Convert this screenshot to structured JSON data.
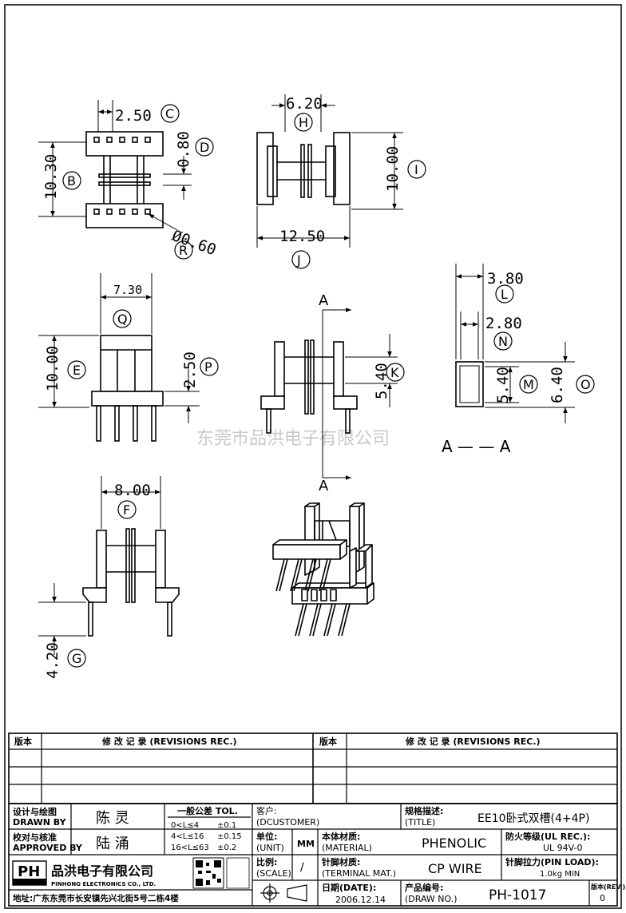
{
  "watermark": "东莞市品洪电子有限公司",
  "dimensions": {
    "d_2_50_c": "2.50",
    "c": "C",
    "d_0_80_d": "0.80",
    "d": "D",
    "d_10_30_b": "10.30",
    "b": "B",
    "d_0_60_r": "Ø0.60",
    "r": "R",
    "d_6_20_h": "6.20",
    "h": "H",
    "d_10_00_i": "10.00",
    "i": "I",
    "d_12_50_j": "12.50",
    "j": "J",
    "d_7_30_q": "7.30",
    "q": "Q",
    "d_10_00_e": "10.00",
    "e": "E",
    "d_2_50_p": "2.50",
    "p": "P",
    "d_5_40_k": "5.40",
    "k": "K",
    "d_3_80_l": "3.80",
    "l": "L",
    "d_2_80_n": "2.80",
    "n": "N",
    "d_5_40_m": "5.40",
    "m": "M",
    "d_6_40_o": "6.40",
    "o": "O",
    "d_8_00_f": "8.00",
    "f": "F",
    "d_4_20_g": "4.20",
    "g": "G",
    "section_a": "A",
    "section_label": "A — — A"
  },
  "revisions": {
    "col_version": "版本",
    "col_record": "修 改 记 录 (REVISIONS REC.)"
  },
  "title_block": {
    "designer_label_cn": "设计与绘图",
    "designer_label_en": "DRAWN BY",
    "designer_name": "陈 灵",
    "approver_label_cn": "校对与核准",
    "approver_label_en": "APPROVED BY",
    "approver_name": "陆 涌",
    "tol_title": "一般公差 TOL.",
    "tol_rows": [
      {
        "range": "0<L≤4",
        "value": "±0.1"
      },
      {
        "range": "4<L≤16",
        "value": "±0.15"
      },
      {
        "range": "16<L≤63",
        "value": "±0.2"
      }
    ],
    "customer_label_cn": "客户:",
    "customer_label_en": "(DCUSTOMER)",
    "title_label_cn": "规格描述:",
    "title_label_en": "(TITLE)",
    "title_value": "EE10卧式双槽(4+4P)",
    "unit_label_cn": "单位:",
    "unit_label_en": "(UNIT)",
    "unit_value": "MM",
    "material_label_cn": "本体材质:",
    "material_label_en": "(MATERIAL)",
    "material_value": "PHENOLIC",
    "ul_label_cn": "防火等级(UL REC.):",
    "ul_value": "UL 94V-0",
    "company_logo": "PH",
    "company_name": "品洪电子有限公司",
    "company_name_en": "PINHONG ELECTRONICS CO., LTD.",
    "scale_label_cn": "比例:",
    "scale_label_en": "(SCALE)",
    "scale_value": "/",
    "terminal_label_cn": "针脚材质:",
    "terminal_label_en": "(TERMINAL MAT.)",
    "terminal_value": "CP WIRE",
    "pinload_label_cn": "针脚拉力(PIN LOAD):",
    "pinload_value": "1.0kg MIN",
    "address": "地址:广东东莞市长安镇先兴北街5号二栋4楼",
    "date_label_cn": "日期(DATE):",
    "date_value": "2006.12.14",
    "drawno_label_cn": "产品编号:",
    "drawno_label_en": "(DRAW NO.)",
    "drawno_value": "PH-1017",
    "rev_label": "版本(REV.)",
    "rev_value": "0"
  }
}
